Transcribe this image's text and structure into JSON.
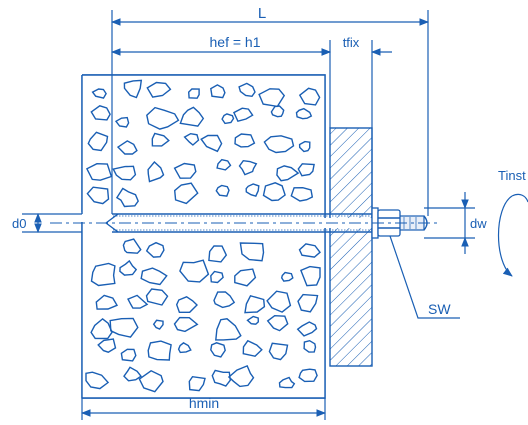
{
  "colors": {
    "ink": "#1a5fb4",
    "concrete": "#ffffff",
    "anchor_fill": "#e8eef8"
  },
  "labels": {
    "L": "L",
    "hef": "hef = h1",
    "tfix": "tfix",
    "d0": "d0",
    "dw": "dw",
    "SW": "SW",
    "Tinst": "Tinst",
    "hmin": "hmin"
  }
}
